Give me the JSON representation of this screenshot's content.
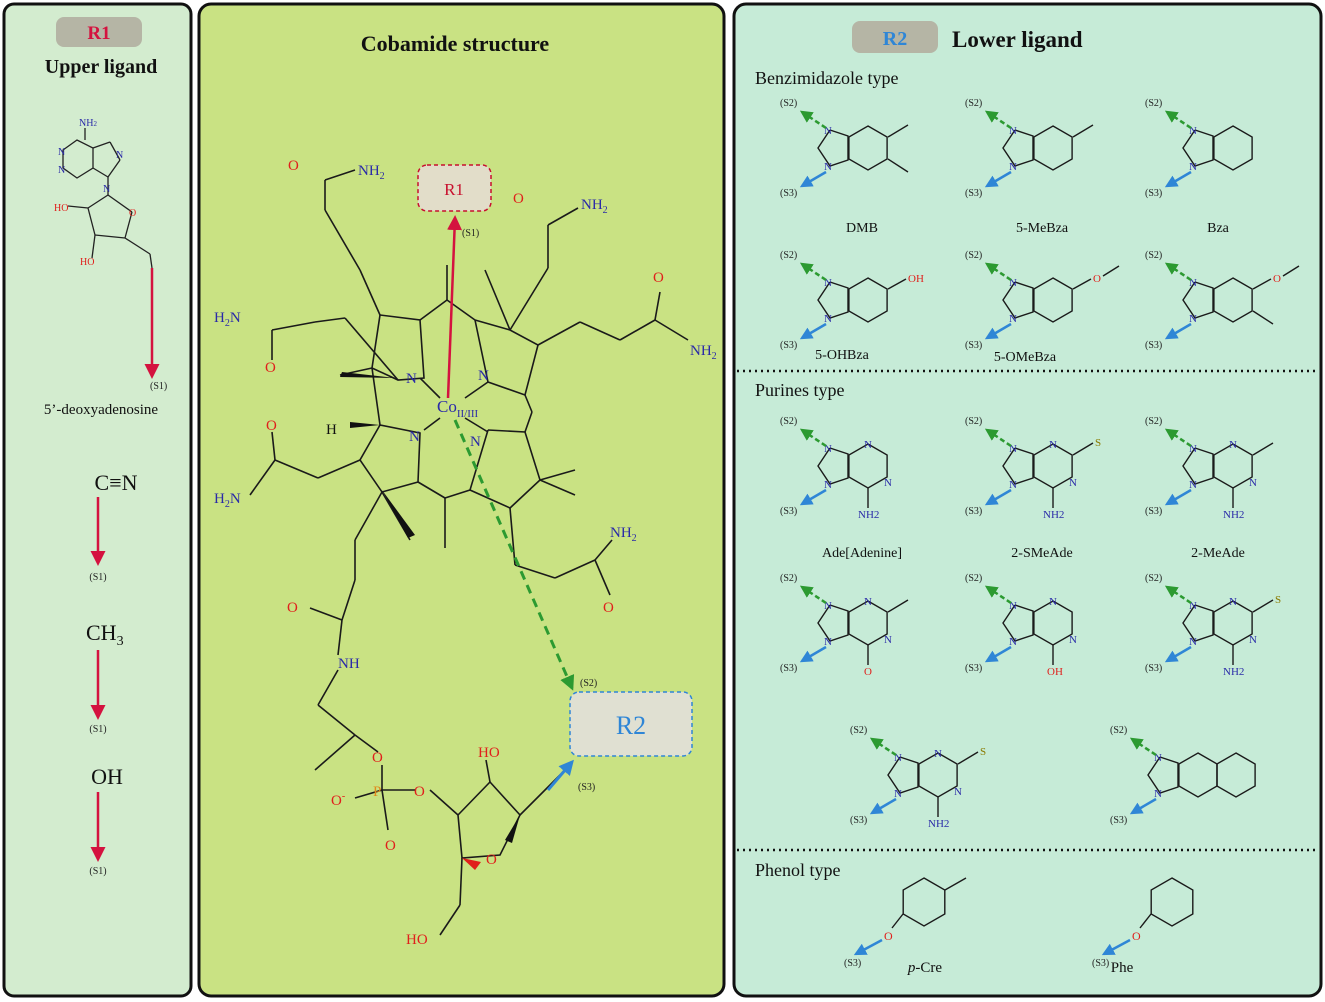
{
  "left_panel": {
    "badge": "R1",
    "title": "Upper ligand",
    "adenosine_label": "5’-deoxyadenosine",
    "cyano": "C≡N",
    "methyl_base": "CH",
    "methyl_sub": "3",
    "hydroxy": "OH",
    "site_label": "(S1)"
  },
  "center_panel": {
    "title": "Cobamide structure",
    "r1_box": "R1",
    "r2_box": "R2",
    "cobalt": "Co",
    "cobalt_ox": "II/III",
    "s1": "(S1)",
    "s2": "(S2)",
    "s3": "(S3)",
    "nh2": "NH",
    "h2n": "H",
    "sub2": "2",
    "n": "N",
    "o": "O",
    "h": "H",
    "nh": "NH",
    "ho": "HO",
    "p": "P",
    "o_minus": "O"
  },
  "right_panel": {
    "badge": "R2",
    "title": "Lower ligand",
    "sections": {
      "benzimidazole": "Benzimidazole type",
      "purines": "Purines type",
      "phenol": "Phenol type"
    },
    "benzimidazole_items": [
      "DMB",
      "5-MeBza",
      "Bza",
      "5-OHBza",
      "5-OMeBza",
      ""
    ],
    "purine_items": [
      "Ade[Adenine]",
      "2-SMeAde",
      "2-MeAde",
      "",
      "",
      "",
      "",
      ""
    ],
    "phenol_items": [
      {
        "italic": "p",
        "rest": "-Cre"
      },
      {
        "italic": "",
        "rest": "Phe"
      }
    ],
    "s2": "(S2)",
    "s3": "(S3)",
    "atom_n": "N",
    "atom_o": "O",
    "atom_s": "S",
    "atom_oh": "OH",
    "atom_nh2": "NH",
    "sub2": "2"
  },
  "colors": {
    "left_bg": "#d3eccf",
    "center_bg": "#c9e283",
    "right_bg": "#c6ebd7",
    "badge_bg": "#b5b5a5",
    "r1_red": "#d4123f",
    "r2_blue": "#2f86d6",
    "green_dash": "#2c9a31",
    "nitrogen": "#2a2aa8",
    "oxygen": "#e0201c"
  }
}
